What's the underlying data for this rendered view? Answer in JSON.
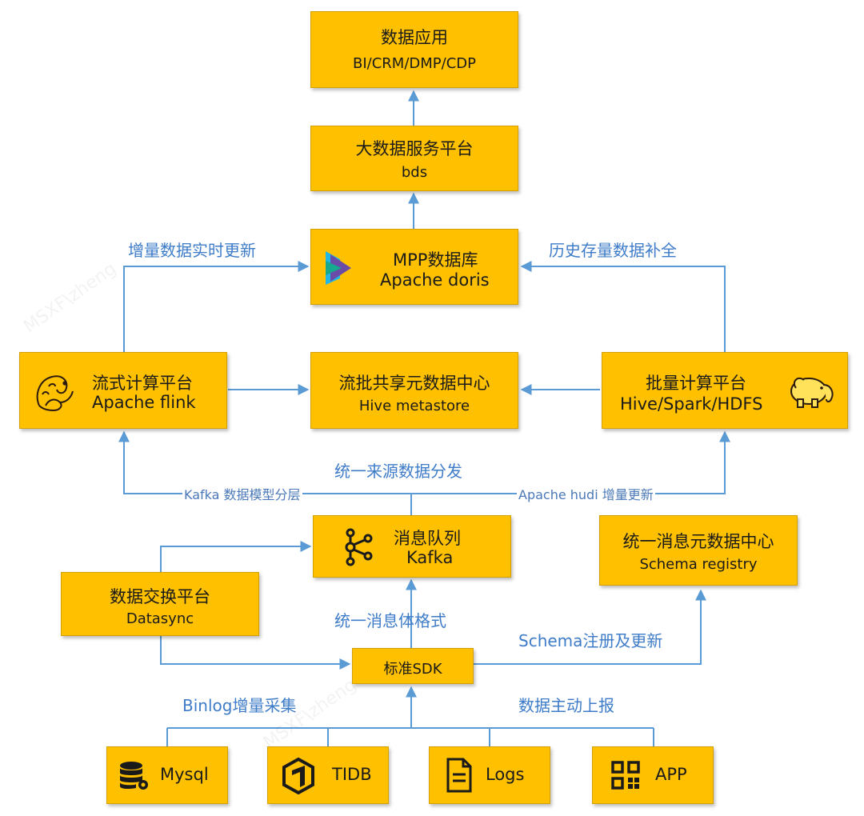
{
  "boxes": {
    "data_app": {
      "title": "数据应用",
      "subtitle": "BI/CRM/DMP/CDP"
    },
    "bds": {
      "title": "大数据服务平台",
      "subtitle": "bds"
    },
    "mpp": {
      "title": "MPP数据库",
      "subtitle": "Apache doris"
    },
    "stream": {
      "title": "流式计算平台",
      "subtitle": "Apache flink"
    },
    "metastore": {
      "title": "流批共享元数据中心",
      "subtitle": "Hive metastore"
    },
    "batch": {
      "title": "批量计算平台",
      "subtitle": "Hive/Spark/HDFS"
    },
    "mq": {
      "title": "消息队列",
      "subtitle": "Kafka"
    },
    "schema": {
      "title": "统一消息元数据中心",
      "subtitle": "Schema registry"
    },
    "exchange": {
      "title": "数据交换平台",
      "subtitle": "Datasync"
    },
    "sdk": {
      "title": "标准SDK"
    },
    "mysql": {
      "title": "Mysql"
    },
    "tidb": {
      "title": "TIDB"
    },
    "logs": {
      "title": "Logs"
    },
    "app": {
      "title": "APP"
    }
  },
  "labels": {
    "incremental_realtime": "增量数据实时更新",
    "history_backfill": "历史存量数据补全",
    "unified_source": "统一来源数据分发",
    "kafka_layering": "Kafka 数据模型分层",
    "hudi_update": "Apache hudi 增量更新",
    "unified_format": "统一消息体格式",
    "schema_register": "Schema注册及更新",
    "binlog": "Binlog增量采集",
    "active_report": "数据主动上报"
  },
  "colors": {
    "box_fill": "#ffc000",
    "connector": "#5b9bd5",
    "label_text": "#3e7cc9"
  },
  "icons": {
    "mpp": "doris-logo-icon",
    "stream": "flink-squirrel-icon",
    "batch": "hadoop-elephant-icon",
    "mq": "kafka-logo-icon",
    "mysql": "database-icon",
    "tidb": "tidb-logo-icon",
    "logs": "document-icon",
    "app": "app-grid-icon"
  }
}
